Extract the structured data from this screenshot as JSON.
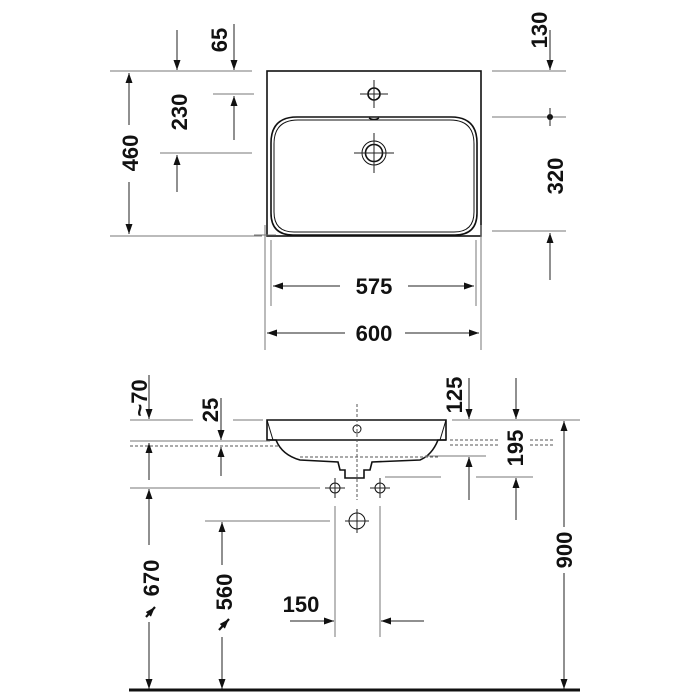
{
  "drawing": {
    "type": "technical-dimension-drawing",
    "subject": "washbasin",
    "views": [
      "top-view",
      "side-view"
    ],
    "units": "mm"
  },
  "top_view": {
    "dimensions": {
      "depth_total": "460",
      "tap_hole_offset": "65",
      "overflow_to_drain": "230",
      "tap_hole_right": "130",
      "drain_depth": "320",
      "inner_width": "575",
      "outer_width": "600"
    }
  },
  "side_view": {
    "dimensions": {
      "approx_height": "~70",
      "rim_thickness": "25",
      "rim_to_tap": "125",
      "bowl_depth": "195",
      "mount_height": "900",
      "drain_height": "670",
      "trap_height": "560",
      "trap_spacing": "150"
    }
  },
  "colors": {
    "line": "#111111",
    "helper_line": "#777777",
    "background": "#ffffff"
  }
}
